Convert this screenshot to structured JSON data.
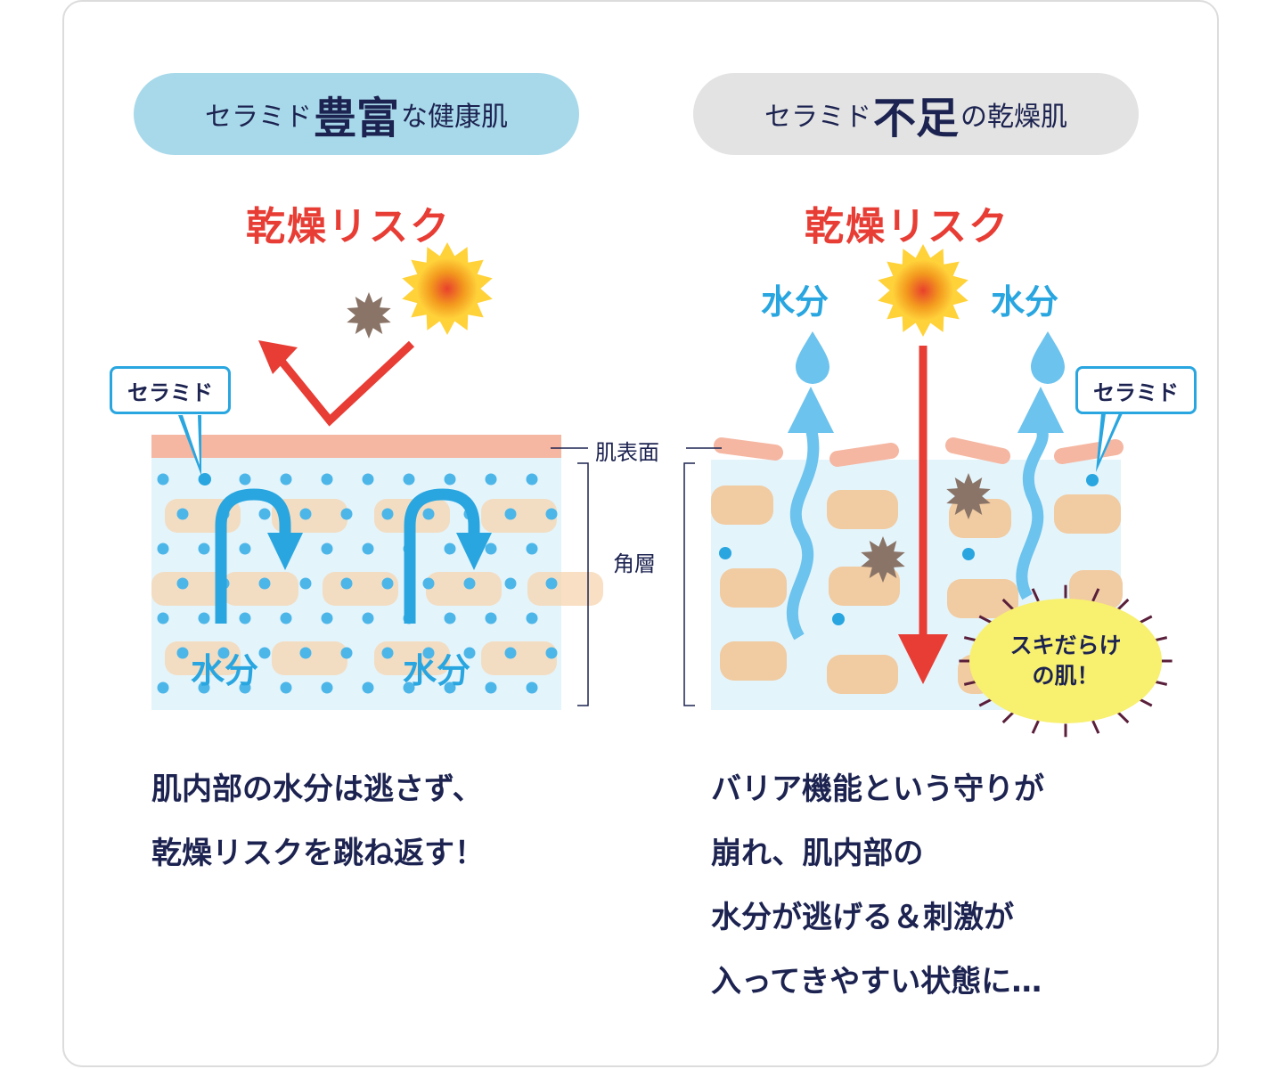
{
  "left": {
    "header_pre": "セラミド",
    "header_big": "豊富",
    "header_post": "な健康肌",
    "risk": "乾燥リスク",
    "ceramide": "セラミド",
    "moisture": [
      "水分",
      "水分"
    ],
    "description": [
      "肌内部の水分は逃さず、",
      "乾燥リスクを跳ね返す！"
    ]
  },
  "right": {
    "header_pre": "セラミド",
    "header_big": "不足",
    "header_post": "の乾燥肌",
    "risk": "乾燥リスク",
    "ceramide": "セラミド",
    "moisture": [
      "水分",
      "水分"
    ],
    "burst": [
      "スキだらけ",
      "の肌！"
    ],
    "description": [
      "バリア機能という守りが",
      "崩れ、肌内部の",
      "水分が逃げる＆刺激が",
      "入ってきやすい状態に…"
    ]
  },
  "labels": {
    "skin_surface": "肌表面",
    "stratum_corneum": "角層"
  },
  "colors": {
    "navy": "#1c2350",
    "risk_red": "#e73d35",
    "moisture_blue": "#29a6e0",
    "layer_bg": "#e4f4fb",
    "surface_pink": "#f5b7a2",
    "cell_beige": "#f7d6b0",
    "burst_yellow": "#f8f06f"
  }
}
